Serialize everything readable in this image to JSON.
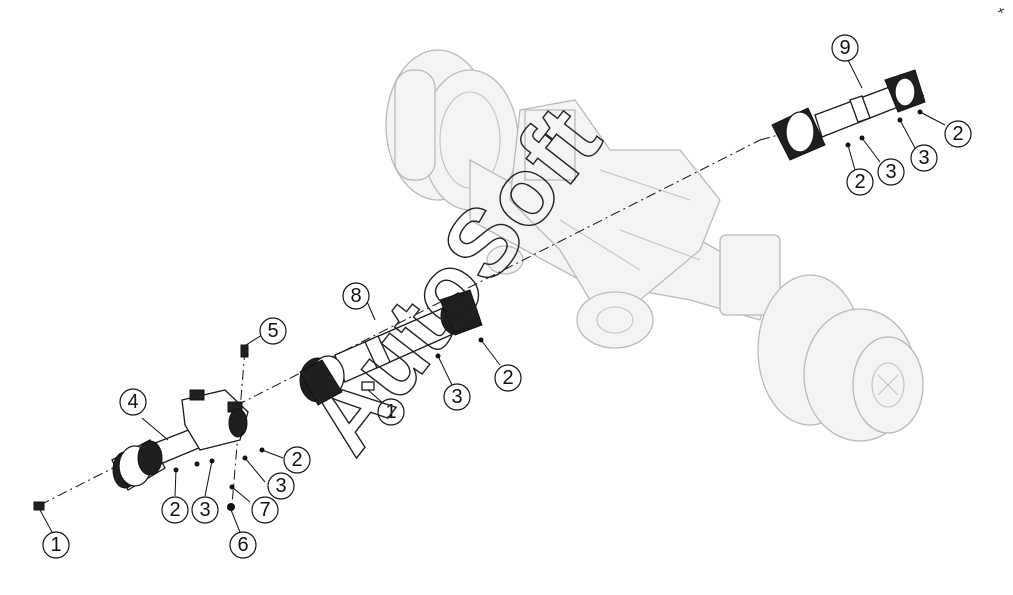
{
  "watermark": "AutoSoft",
  "callouts": [
    {
      "id": "c1a",
      "label": "1"
    },
    {
      "id": "c1b",
      "label": "1"
    },
    {
      "id": "c2a",
      "label": "2"
    },
    {
      "id": "c2b",
      "label": "2"
    },
    {
      "id": "c2c",
      "label": "2"
    },
    {
      "id": "c2d",
      "label": "2"
    },
    {
      "id": "c2e",
      "label": "2"
    },
    {
      "id": "c3a",
      "label": "3"
    },
    {
      "id": "c3b",
      "label": "3"
    },
    {
      "id": "c3c",
      "label": "3"
    },
    {
      "id": "c3d",
      "label": "3"
    },
    {
      "id": "c3e",
      "label": "3"
    },
    {
      "id": "c4",
      "label": "4"
    },
    {
      "id": "c5",
      "label": "5"
    },
    {
      "id": "c6",
      "label": "6"
    },
    {
      "id": "c7",
      "label": "7"
    },
    {
      "id": "c8",
      "label": "8"
    },
    {
      "id": "c9",
      "label": "9"
    }
  ]
}
